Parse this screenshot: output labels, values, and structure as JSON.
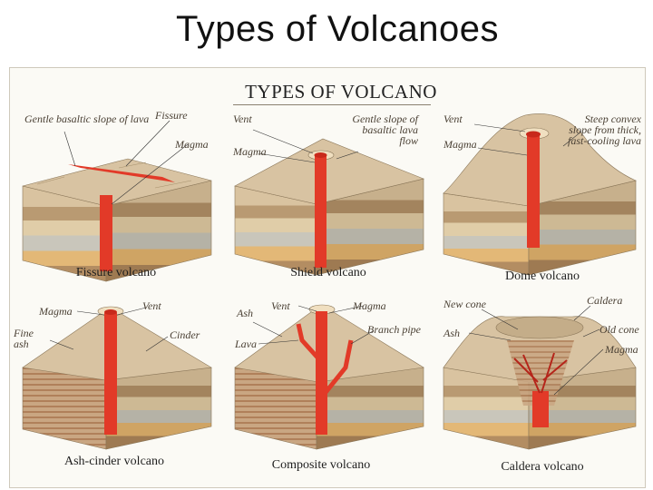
{
  "slide": {
    "title": "Types of Volcanoes"
  },
  "figure": {
    "title": "TYPES OF VOLCANO",
    "colors": {
      "background": "#fbfaf5",
      "magma": "#e23a28",
      "rock_surface": "#d8c3a2",
      "strata": [
        "#d9c3a0",
        "#b99a72",
        "#e0cda8",
        "#c9c6bb",
        "#e3b877",
        "#b38d62"
      ]
    },
    "panels": [
      {
        "caption": "Fissure volcano",
        "labels": [
          "Gentle basaltic slope of lava",
          "Fissure",
          "Magma"
        ]
      },
      {
        "caption": "Shield volcano",
        "labels": [
          "Vent",
          "Magma",
          "Gentle slope of basaltic lava flow"
        ]
      },
      {
        "caption": "Dome volcano",
        "labels": [
          "Vent",
          "Magma",
          "Steep convex slope from thick, fast-cooling lava"
        ]
      },
      {
        "caption": "Ash-cinder volcano",
        "labels": [
          "Magma",
          "Vent",
          "Fine ash",
          "Cinder"
        ]
      },
      {
        "caption": "Composite volcano",
        "labels": [
          "Ash",
          "Vent",
          "Lava",
          "Magma",
          "Branch pipe"
        ]
      },
      {
        "caption": "Caldera volcano",
        "labels": [
          "New cone",
          "Ash",
          "Caldera",
          "Old cone",
          "Magma"
        ]
      }
    ]
  }
}
